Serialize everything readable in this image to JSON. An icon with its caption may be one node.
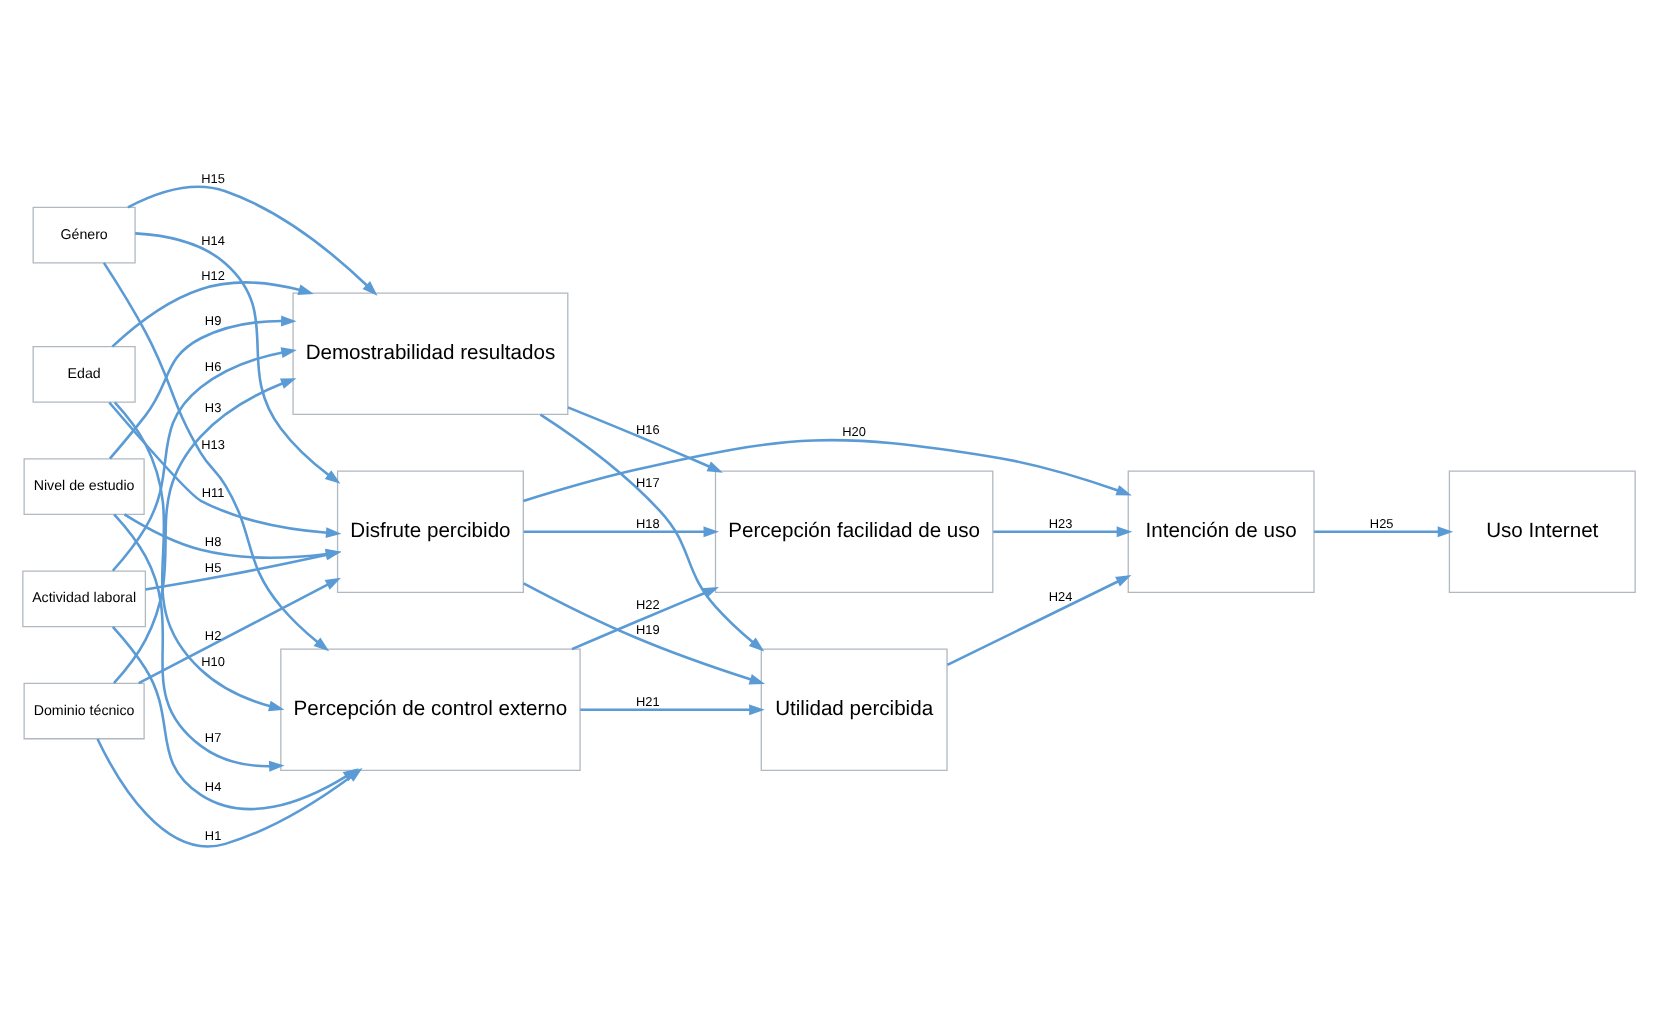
{
  "diagram": {
    "nodes": [
      {
        "text": [
          "Género"
        ]
      },
      {
        "text": [
          "Edad"
        ]
      },
      {
        "text": [
          "Nivel de estudio"
        ]
      },
      {
        "text": [
          "Actividad laboral"
        ]
      },
      {
        "text": [
          "Dominio técnico"
        ]
      },
      {
        "text": [
          "Demostrabilidad resultados"
        ]
      },
      {
        "text": [
          "Disfrute percibido"
        ]
      },
      {
        "text": [
          "Percepción de control externo"
        ]
      },
      {
        "text": [
          "Percepción facilidad de uso"
        ]
      },
      {
        "text": [
          "Utilidad percibida"
        ]
      },
      {
        "text": [
          "Intención de uso"
        ]
      },
      {
        "text": [
          "Uso Internet"
        ]
      }
    ],
    "edges": [
      {
        "from": 4,
        "to": 7,
        "arrow": "to",
        "label": "H1"
      },
      {
        "from": 4,
        "to": 6,
        "arrow": "to",
        "label": "H2"
      },
      {
        "from": 4,
        "to": 5,
        "arrow": "to",
        "label": "H3"
      },
      {
        "from": 3,
        "to": 7,
        "arrow": "to",
        "label": "H4"
      },
      {
        "from": 3,
        "to": 6,
        "arrow": "to",
        "label": "H5"
      },
      {
        "from": 3,
        "to": 5,
        "arrow": "to",
        "label": "H6"
      },
      {
        "from": 2,
        "to": 7,
        "arrow": "to",
        "label": "H7"
      },
      {
        "from": 2,
        "to": 6,
        "arrow": "to",
        "label": "H8"
      },
      {
        "from": 2,
        "to": 5,
        "arrow": "to",
        "label": "H9"
      },
      {
        "from": 1,
        "to": 7,
        "arrow": "to",
        "label": "H10"
      },
      {
        "from": 1,
        "to": 6,
        "arrow": "to",
        "label": "H11"
      },
      {
        "from": 1,
        "to": 5,
        "arrow": "to",
        "label": "H12"
      },
      {
        "from": 0,
        "to": 7,
        "arrow": "to",
        "label": "H13"
      },
      {
        "from": 0,
        "to": 6,
        "arrow": "to",
        "label": "H14"
      },
      {
        "from": 0,
        "to": 5,
        "arrow": "to",
        "label": "H15"
      },
      {
        "from": 5,
        "to": 8,
        "arrow": "to",
        "label": "H16"
      },
      {
        "from": 5,
        "to": 9,
        "arrow": "to",
        "label": "H17"
      },
      {
        "from": 6,
        "to": 8,
        "arrow": "to",
        "label": "H18"
      },
      {
        "from": 6,
        "to": 9,
        "arrow": "to",
        "label": "H19"
      },
      {
        "from": 6,
        "to": 10,
        "arrow": "to",
        "label": "H20"
      },
      {
        "from": 7,
        "to": 9,
        "arrow": "to",
        "label": "H21"
      },
      {
        "from": 7,
        "to": 8,
        "arrow": "to",
        "label": "H22"
      },
      {
        "from": 8,
        "to": 10,
        "arrow": "to",
        "label": "H23"
      },
      {
        "from": 9,
        "to": 10,
        "arrow": "to",
        "label": "H24"
      },
      {
        "from": 10,
        "to": 11,
        "arrow": "to",
        "label": "H25"
      }
    ]
  }
}
